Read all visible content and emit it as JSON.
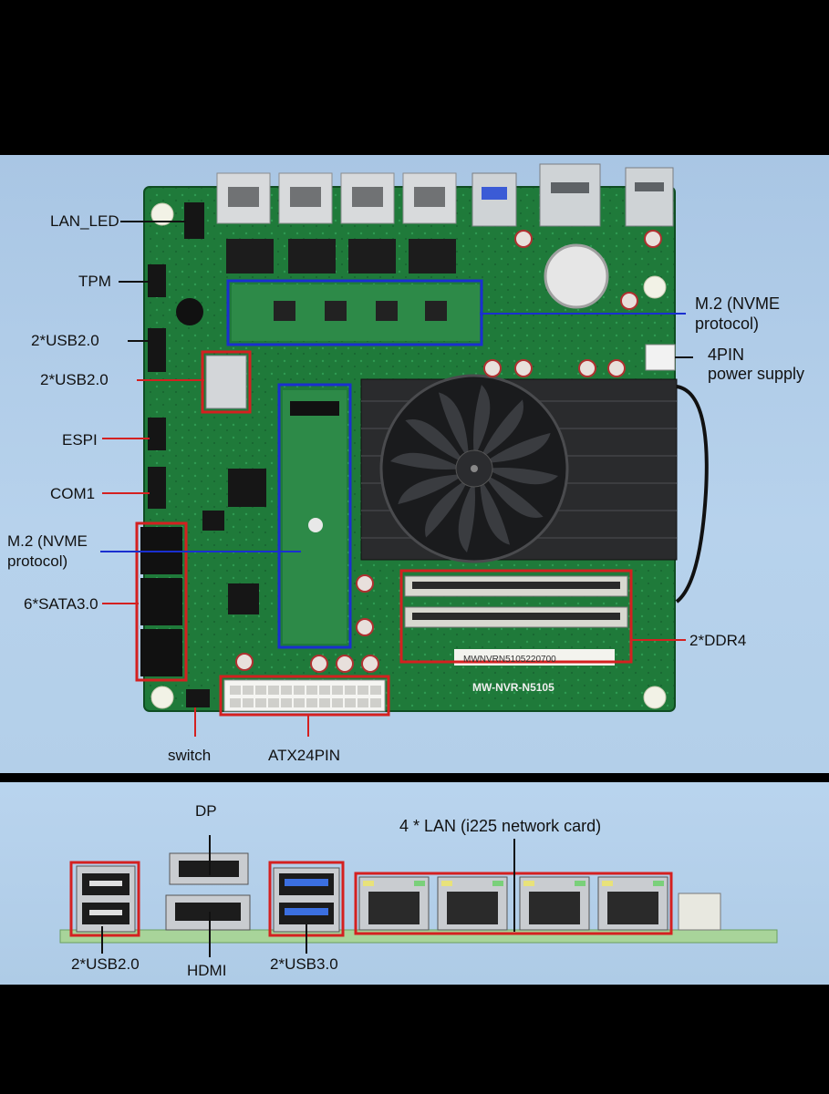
{
  "board_labels": {
    "lan_led": "LAN_LED",
    "tpm": "TPM",
    "usb20_header": "2*USB2.0",
    "usb20_port": "2*USB2.0",
    "espi": "ESPI",
    "com1": "COM1",
    "m2_left_line1": "M.2 (NVME",
    "m2_left_line2": "protocol)",
    "sata": "6*SATA3.0",
    "switch": "switch",
    "atx24pin": "ATX24PIN",
    "m2_right_line1": "M.2 (NVME",
    "m2_right_line2": "protocol)",
    "power_line1": "4PIN",
    "power_line2": "power supply",
    "ddr4": "2*DDR4"
  },
  "board_text": {
    "model": "MW-NVR-N5105",
    "serial": "MWNVRN5105220700"
  },
  "io_labels": {
    "dp": "DP",
    "lan": "4 * LAN (i225 network card)",
    "usb20": "2*USB2.0",
    "hdmi": "HDMI",
    "usb30": "2*USB3.0"
  },
  "colors": {
    "background": "#000000",
    "panel": "#b3cfe9",
    "pcb": "#1f7a3a",
    "highlight_red": "#d42020",
    "highlight_blue": "#1a2fd0",
    "leader": "#111111"
  }
}
